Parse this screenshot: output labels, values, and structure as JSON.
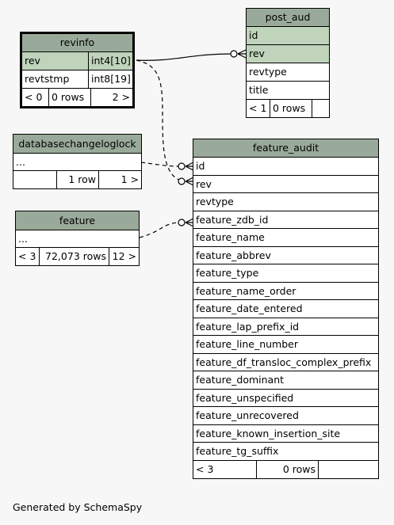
{
  "caption": "Generated by SchemaSpy",
  "tables": {
    "revinfo": {
      "name": "revinfo",
      "rows": [
        {
          "col": "rev",
          "type": "int4[10]"
        },
        {
          "col": "revtstmp",
          "type": "int8[19]"
        }
      ],
      "footer": {
        "parents": "< 0",
        "rows": "0 rows",
        "children": "2 >"
      }
    },
    "post_aud": {
      "name": "post_aud",
      "rows": [
        "id",
        "rev",
        "revtype",
        "title"
      ],
      "footer": {
        "parents": "< 1",
        "rows": "0 rows",
        "children": ""
      }
    },
    "databasechangeloglock": {
      "name": "databasechangeloglock",
      "rows": [
        "..."
      ],
      "footer": {
        "parents": "",
        "rows": "1 row",
        "children": "1 >"
      }
    },
    "feature": {
      "name": "feature",
      "rows": [
        "..."
      ],
      "footer": {
        "parents": "< 3",
        "rows": "72,073 rows",
        "children": "12 >"
      }
    },
    "feature_audit": {
      "name": "feature_audit",
      "rows": [
        "id",
        "rev",
        "revtype",
        "feature_zdb_id",
        "feature_name",
        "feature_abbrev",
        "feature_type",
        "feature_name_order",
        "feature_date_entered",
        "feature_lap_prefix_id",
        "feature_line_number",
        "feature_df_transloc_complex_prefix",
        "feature_dominant",
        "feature_unspecified",
        "feature_unrecovered",
        "feature_known_insertion_site",
        "feature_tg_suffix"
      ],
      "footer": {
        "parents": "< 3",
        "rows": "0 rows",
        "children": ""
      }
    }
  },
  "relationships": [
    {
      "from": "revinfo.rev",
      "to": "post_aud.rev",
      "style": "solid"
    },
    {
      "from": "revinfo.rev",
      "to": "feature_audit.rev",
      "style": "dashed"
    },
    {
      "from": "databasechangeloglock",
      "to": "feature_audit.id",
      "style": "dashed"
    },
    {
      "from": "feature",
      "to": "feature_audit.feature_zdb_id",
      "style": "dashed"
    }
  ]
}
